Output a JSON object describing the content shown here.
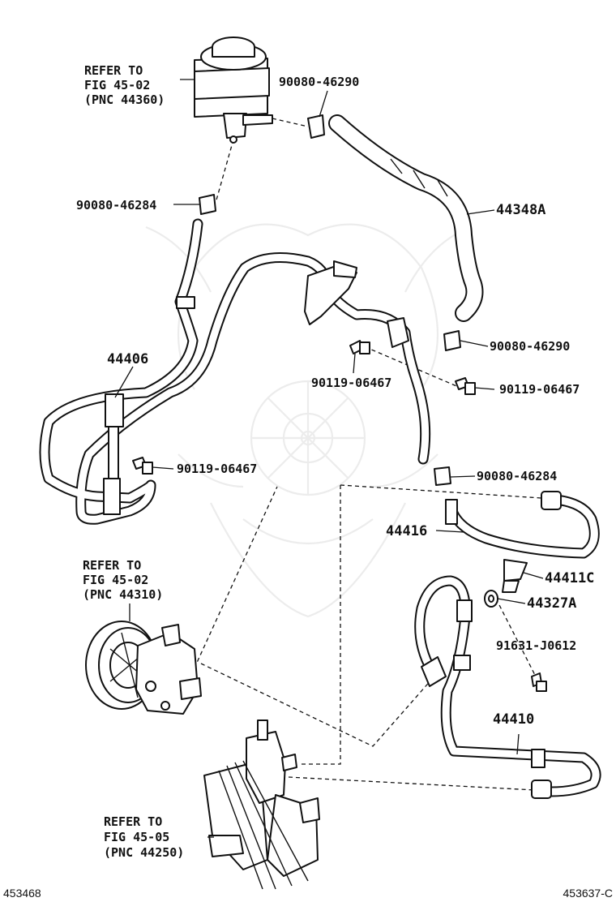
{
  "diagram": {
    "ref_reservoir": [
      "REFER TO",
      "FIG 45-02",
      "(PNC 44360)"
    ],
    "ref_pump": [
      "REFER TO",
      "FIG 45-02",
      "(PNC 44310)"
    ],
    "ref_gear": [
      "REFER TO",
      "FIG 45-05",
      "(PNC 44250)"
    ],
    "parts": {
      "clamp_top": "90080-46290",
      "clamp_reservoir": "90080-46284",
      "hose_return": "44348A",
      "tube_return": "44406",
      "clamp_right_upper": "90080-46290",
      "bolt_center": "90119-06467",
      "bolt_right": "90119-06467",
      "bolt_lower_left": "90119-06467",
      "clamp_right_lower": "90080-46284",
      "hose_suction": "44416",
      "union_bolt": "44411C",
      "gasket": "44327A",
      "bolt_pressure": "91631-J0612",
      "tube_pressure": "44410"
    },
    "footer_left": "453468",
    "footer_right": "453637-C"
  }
}
